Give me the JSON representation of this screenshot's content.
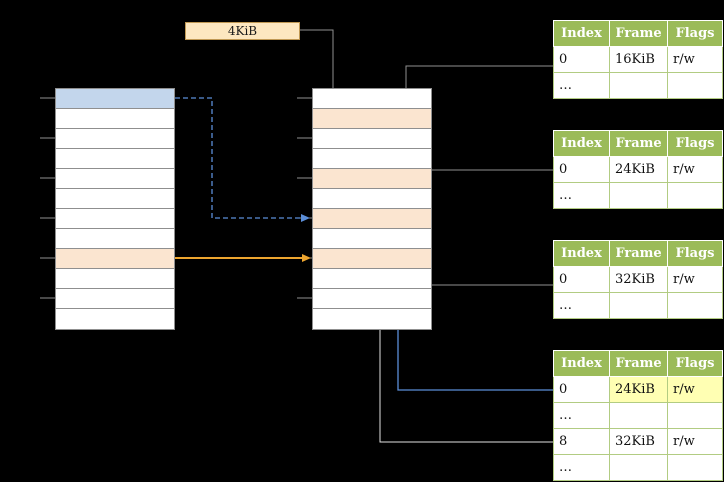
{
  "page_size_label": "4KiB",
  "colors": {
    "memory_border": "#8f8f8f",
    "cell_blue": "#c3d6ec",
    "cell_orange": "#fbe5d0",
    "box_cream": "#fde7c0",
    "box_border": "#c09853",
    "header_green": "#9bbb59",
    "body_border": "#b2cc82",
    "highlight_yellow": "#ffffb3",
    "arrow_gray": "#909090",
    "arrow_blue": "#5b8ed8",
    "arrow_orange": "#eda52f",
    "arrow_white": "#e2e2e2"
  },
  "virtual_memory": {
    "rows": 12,
    "blue_row": 0,
    "orange_row": 8
  },
  "physical_memory": {
    "rows": 12,
    "orange_rows": [
      1,
      4,
      6,
      8
    ]
  },
  "page_tables": [
    {
      "name": "level1-table-a",
      "headers": [
        "Index",
        "Frame",
        "Flags"
      ],
      "rows": [
        {
          "cells": [
            "0",
            "16KiB",
            "r/w"
          ]
        },
        {
          "cells": [
            "…",
            "",
            ""
          ]
        }
      ]
    },
    {
      "name": "level1-table-b",
      "headers": [
        "Index",
        "Frame",
        "Flags"
      ],
      "rows": [
        {
          "cells": [
            "0",
            "24KiB",
            "r/w"
          ]
        },
        {
          "cells": [
            "…",
            "",
            ""
          ]
        }
      ]
    },
    {
      "name": "level1-table-c",
      "headers": [
        "Index",
        "Frame",
        "Flags"
      ],
      "rows": [
        {
          "cells": [
            "0",
            "32KiB",
            "r/w"
          ]
        },
        {
          "cells": [
            "…",
            "",
            ""
          ]
        }
      ]
    },
    {
      "name": "level2-table",
      "headers": [
        "Index",
        "Frame",
        "Flags"
      ],
      "rows": [
        {
          "cells": [
            "0",
            "24KiB",
            "r/w"
          ],
          "highlight": [
            false,
            true,
            true
          ]
        },
        {
          "cells": [
            "…",
            "",
            ""
          ]
        },
        {
          "cells": [
            "8",
            "32KiB",
            "r/w"
          ]
        },
        {
          "cells": [
            "…",
            "",
            ""
          ]
        }
      ]
    }
  ]
}
